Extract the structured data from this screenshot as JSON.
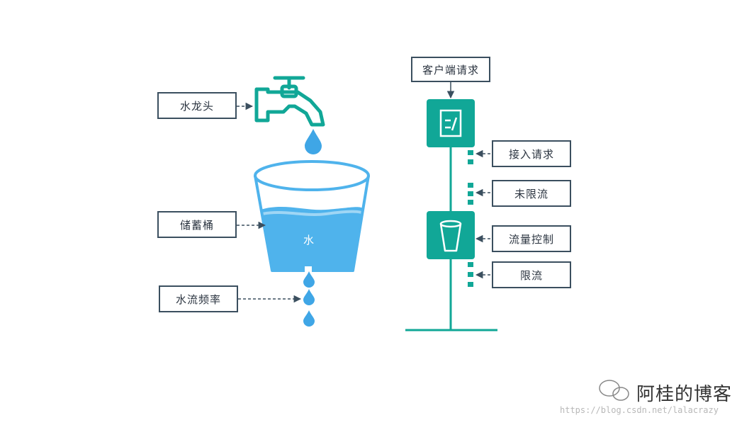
{
  "left": {
    "faucet_label": "水龙头",
    "bucket_label": "储蓄桶",
    "water_text": "水",
    "flow_label": "水流频率"
  },
  "right": {
    "client_request": "客户端请求",
    "accept_request": "接入请求",
    "not_limited": "未限流",
    "flow_control": "流量控制",
    "limited": "限流"
  },
  "watermark": {
    "title": "阿桂的博客",
    "url": "https://blog.csdn.net/lalacrazy"
  },
  "colors": {
    "teal": "#11a797",
    "water": "#4fb3ec",
    "drop": "#3fa6e6",
    "label_border": "#3b4f5f",
    "arrow": "#3b4f5f"
  }
}
